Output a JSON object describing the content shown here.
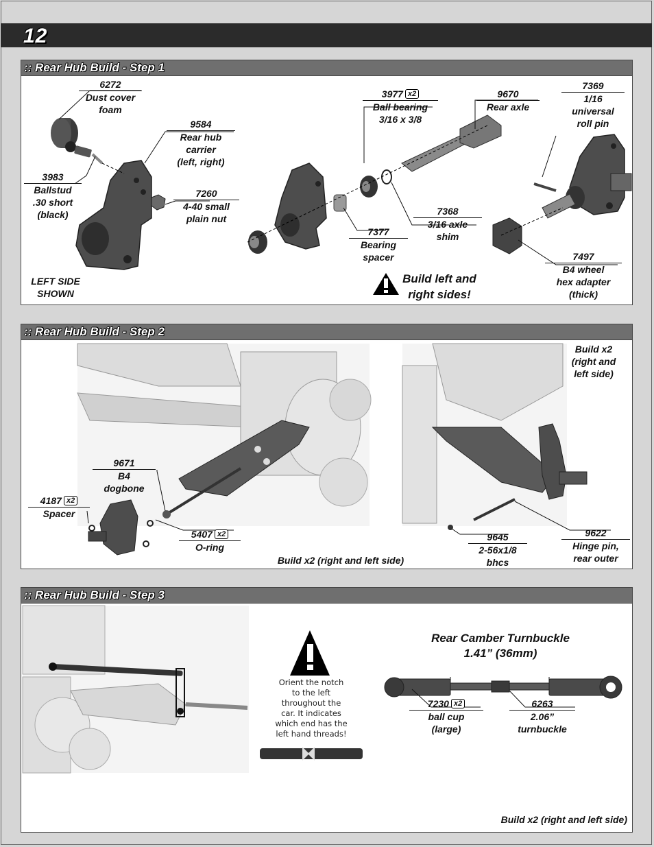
{
  "page": {
    "number": "12"
  },
  "step1": {
    "title": ":: Rear Hub Build - Step 1",
    "parts": {
      "p6272": {
        "num": "6272",
        "l1": "Dust cover",
        "l2": "foam"
      },
      "p9584": {
        "num": "9584",
        "l1": "Rear hub",
        "l2": "carrier",
        "l3": "(left, right)"
      },
      "p3983": {
        "num": "3983",
        "l1": "Ballstud",
        "l2": ".30 short",
        "l3": "(black)"
      },
      "p7260": {
        "num": "7260",
        "l1": "4-40 small",
        "l2": "plain nut"
      },
      "p3977": {
        "num": "3977",
        "qty": "x2",
        "l1": "Ball bearing",
        "l2": "3/16 x 3/8"
      },
      "p9670": {
        "num": "9670",
        "l1": "Rear axle"
      },
      "p7369": {
        "num": "7369",
        "l1": "1/16",
        "l2": "universal",
        "l3": "roll pin"
      },
      "p7368": {
        "num": "7368",
        "l1": "3/16 axle",
        "l2": "shim"
      },
      "p7377": {
        "num": "7377",
        "l1": "Bearing",
        "l2": "spacer"
      },
      "p7497": {
        "num": "7497",
        "l1": "B4 wheel",
        "l2": "hex adapter",
        "l3": "(thick)"
      }
    },
    "left_side_l1": "LEFT SIDE",
    "left_side_l2": "SHOWN",
    "warning_l1": "Build left and",
    "warning_l2": "right sides!"
  },
  "step2": {
    "title": ":: Rear Hub Build - Step 2",
    "parts": {
      "p9671": {
        "num": "9671",
        "l1": "B4",
        "l2": "dogbone"
      },
      "p4187": {
        "num": "4187",
        "qty": "x2",
        "l1": "Spacer"
      },
      "p5407": {
        "num": "5407",
        "qty": "x2",
        "l1": "O-ring"
      },
      "p9645": {
        "num": "9645",
        "l1": "2-56x1/8",
        "l2": "bhcs"
      },
      "p9622": {
        "num": "9622",
        "l1": "Hinge pin,",
        "l2": "rear outer"
      }
    },
    "build_note_left": "Build x2 (right and left side)",
    "build_note_right_l1": "Build x2",
    "build_note_right_l2": "(right and",
    "build_note_right_l3": "left side)"
  },
  "step3": {
    "title": ":: Rear Hub Build - Step 3",
    "orient_note_l1": "Orient the notch",
    "orient_note_l2": "to the left",
    "orient_note_l3": "throughout the",
    "orient_note_l4": "car.  It indicates",
    "orient_note_l5": "which end has the",
    "orient_note_l6": "left hand threads!",
    "turnbuckle_title_l1": "Rear Camber Turnbuckle",
    "turnbuckle_title_l2": "1.41” (36mm)",
    "parts": {
      "p7230": {
        "num": "7230",
        "qty": "x2",
        "l1": "ball cup",
        "l2": "(large)"
      },
      "p6263": {
        "num": "6263",
        "l1": "2.06”",
        "l2": "turnbuckle"
      }
    },
    "build_note": "Build x2 (right and left side)"
  },
  "colors": {
    "header": "#2b2b2b",
    "bar": "#6f6f6f",
    "part": "#3d3d3d",
    "page_bg": "#d6d6d6"
  }
}
